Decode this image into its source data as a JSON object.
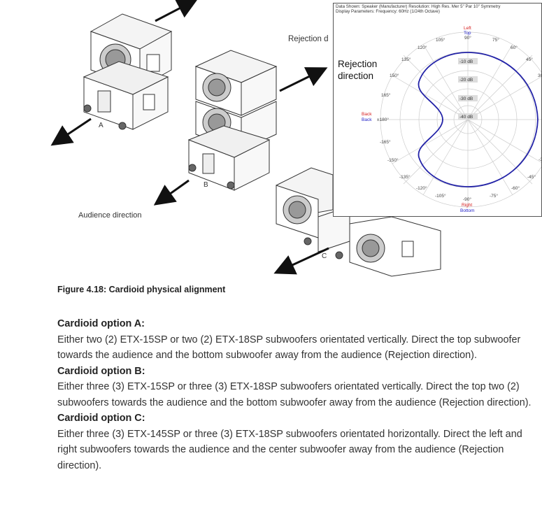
{
  "figure": {
    "label_a": "A",
    "label_b": "B",
    "label_c": "C",
    "audience_direction": "Audience direction",
    "rejection_partial": "Rejection d"
  },
  "polar_plot": {
    "header_line1": "Data Shown:  Speaker (Manufacturer) Resolution: High Res.  Mer 5\"  Par 10\"  Symmetry",
    "header_line2": "Display Parameters:  Frequency: 60Hz (1/24th Octave)",
    "rejection_label_1": "Rejection",
    "rejection_label_2": "direction",
    "top_left": "Left",
    "top_top": "Top",
    "top_deg": "90°",
    "bottom_deg": "-90°",
    "bottom_right": "Right",
    "bottom_bottom": "Bottom",
    "back_red": "Back",
    "back_blue": "Back",
    "angle_labels": [
      "105°",
      "75°",
      "120°",
      "60°",
      "135°",
      "45°",
      "150°",
      "30",
      "165°",
      "±180°",
      "-165°",
      "-150°",
      "-135°",
      "-45°",
      "-120°",
      "-60°",
      "-105°",
      "-75°",
      "-3"
    ],
    "db_labels": [
      "-10 dB",
      "-20 dB",
      "-30 dB",
      "-40 dB"
    ],
    "colors": {
      "curve": "#2323a8",
      "top_label": "#2323c8",
      "red_label": "#d62020"
    }
  },
  "caption": "Figure 4.18: Cardioid physical alignment",
  "options": [
    {
      "title": "Cardioid option A:",
      "body": "Either two (2) ETX-15SP or two (2) ETX-18SP subwoofers orientated vertically. Direct the top subwoofer towards the audience and the bottom subwoofer away from the audience (Rejection direction)."
    },
    {
      "title": "Cardioid option B:",
      "body": "Either three (3) ETX-15SP or three (3) ETX-18SP subwoofers orientated vertically. Direct the top two (2) subwoofers towards the audience and the bottom subwoofer away from the audience (Rejection direction)."
    },
    {
      "title": "Cardioid option C:",
      "body": "Either three (3) ETX-145SP or three (3) ETX-18SP subwoofers orientated horizontally. Direct the left and right subwoofers towards the audience and the center subwoofer away from the audience (Rejection direction)."
    }
  ]
}
